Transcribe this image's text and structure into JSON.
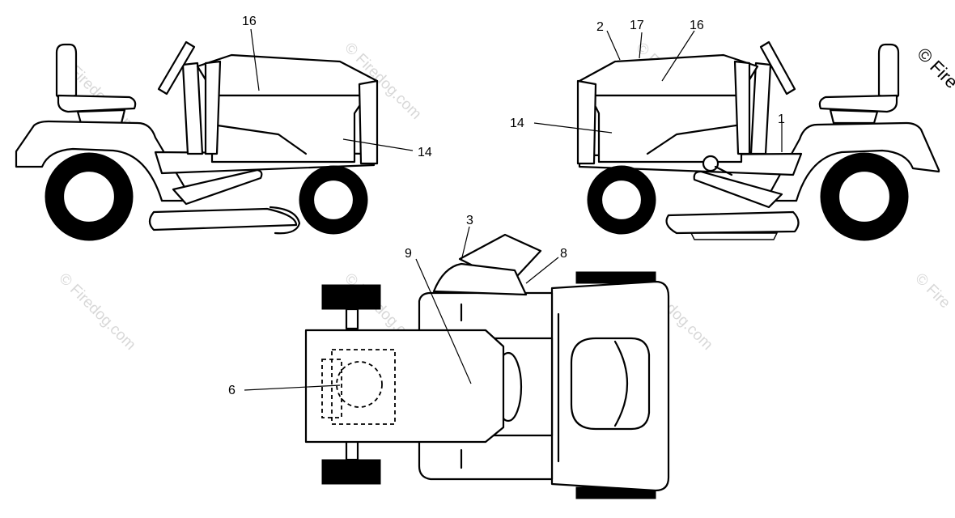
{
  "callouts": {
    "left_hood": "16",
    "left_side": "14",
    "right_top_2": "2",
    "right_top_17": "17",
    "right_hood": "16",
    "right_side": "14",
    "right_1": "1",
    "top_3": "3",
    "top_9": "9",
    "top_8": "8",
    "top_6": "6"
  },
  "watermark": {
    "text": "© Firedog.com",
    "corner_text": "© Fire"
  }
}
